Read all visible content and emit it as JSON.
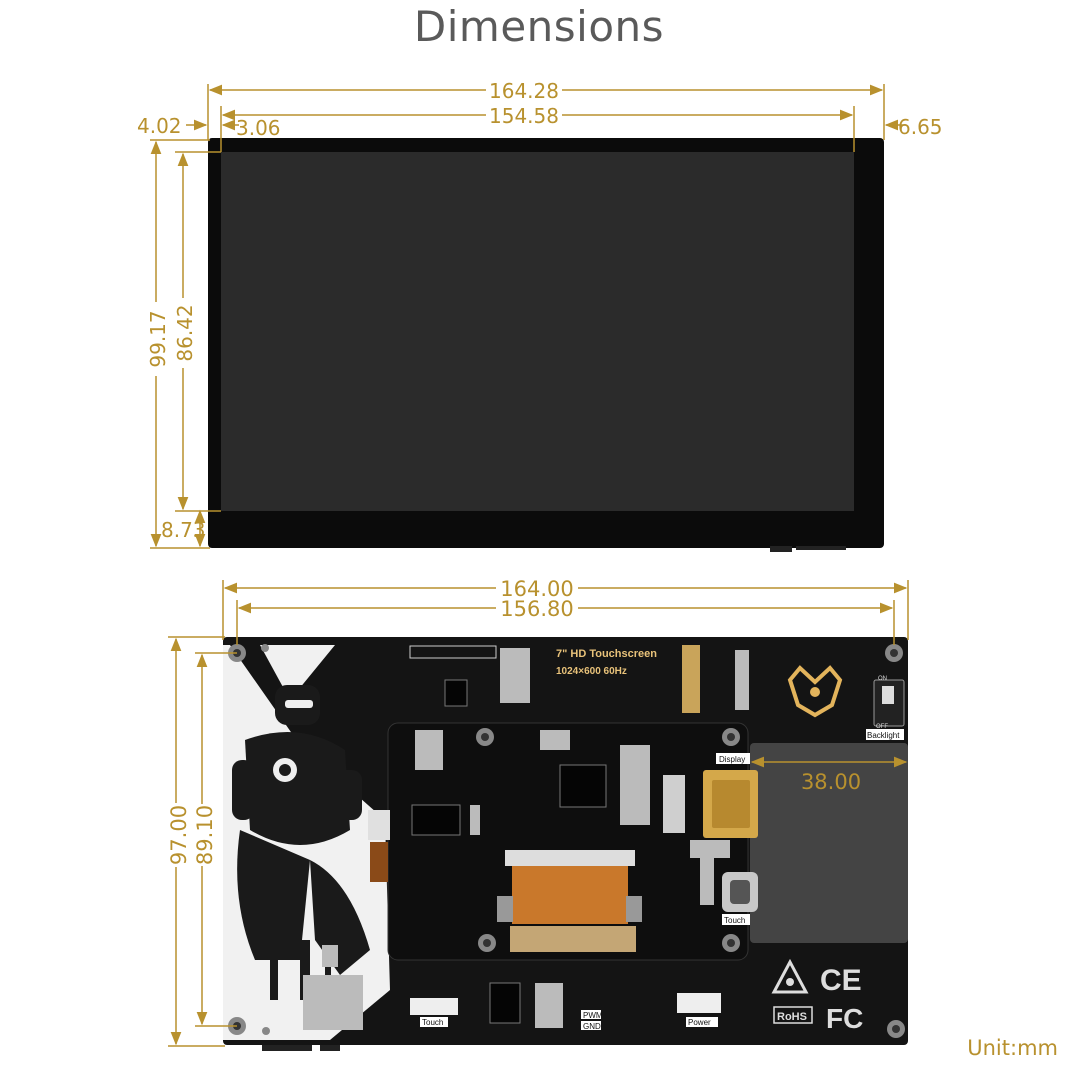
{
  "title": "Dimensions",
  "unit": "Unit:mm",
  "colors": {
    "dimension": "#b8912e",
    "bezel": "#0b0b0b",
    "screen": "#2b2b2b",
    "pcb": "#141414",
    "silkscreen": "#e8c27a"
  },
  "front_view": {
    "overall_width": "164.28",
    "active_width": "154.58",
    "left_bezel": "4.02",
    "left_offset": "3.06",
    "right_bezel": "6.65",
    "overall_height": "99.17",
    "active_height": "86.42",
    "bottom_bezel": "8.73"
  },
  "back_view": {
    "overall_width": "164.00",
    "hole_spacing_x": "156.80",
    "overall_height": "97.00",
    "hole_spacing_y": "89.10",
    "area_width": "38.00",
    "silkscreen_title": "7\" HD Touchscreen",
    "silkscreen_spec": "1024×600 60Hz",
    "connector_labels": {
      "display": "Display",
      "touch_usb": "Touch",
      "backlight": "Backlight",
      "on": "ON",
      "off": "OFF",
      "touch_header": "Touch",
      "power": "Power",
      "pwm": "PWM",
      "gnd": "GND"
    },
    "marks": {
      "ce": "CE",
      "fc": "FC",
      "rohs": "RoHS"
    }
  }
}
